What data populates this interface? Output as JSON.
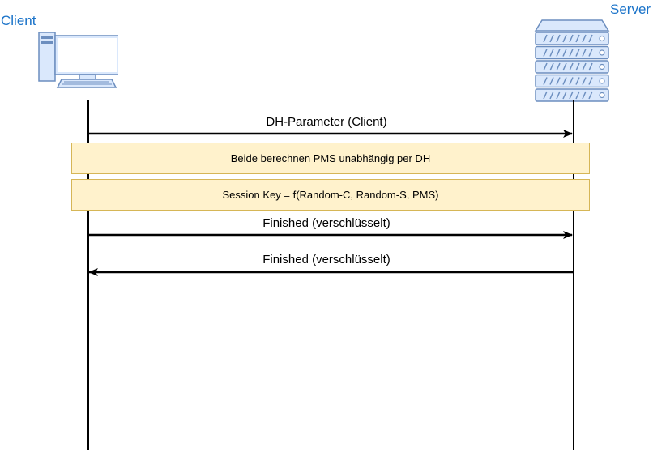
{
  "actors": {
    "client": {
      "label": "Client",
      "icon": "desktop-computer-icon"
    },
    "server": {
      "label": "Server",
      "icon": "server-rack-icon"
    }
  },
  "messages": [
    {
      "label": "DH-Parameter (Client)",
      "from": "client",
      "to": "server"
    },
    {
      "label": "Finished (verschlüsselt)",
      "from": "client",
      "to": "server"
    },
    {
      "label": "Finished (verschlüsselt)",
      "from": "server",
      "to": "client"
    }
  ],
  "notes": [
    {
      "text": "Beide berechnen PMS unabhängig per DH"
    },
    {
      "text": "Session Key = f(Random-C, Random-S, PMS)"
    }
  ],
  "colors": {
    "actor_label": "#1a73c9",
    "note_fill": "#fff2cc",
    "note_border": "#d6b656",
    "icon_stroke": "#6c8ebf",
    "icon_fill": "#dae8fc"
  }
}
